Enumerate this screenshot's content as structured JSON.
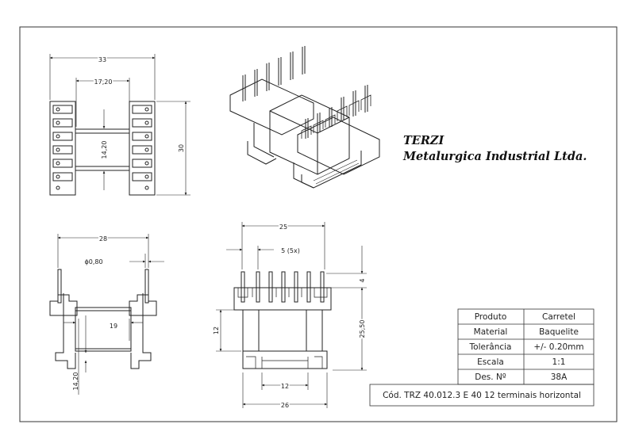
{
  "company": {
    "name": "TERZI",
    "subtitle": "Metalurgica Industrial Ltda."
  },
  "dimensions": {
    "top_width": "33",
    "top_inner": "17,20",
    "top_center": "14,20",
    "top_height": "30",
    "side_width": "28",
    "side_pin_dia": "ϕ0,80",
    "side_inner": "19",
    "side_low": "14,20",
    "front_width": "25",
    "front_pitch": "5 (5x)",
    "front_pin": "4",
    "front_left": "12",
    "front_height": "25,50",
    "front_slot": "12",
    "front_base": "26"
  },
  "title_block": {
    "rows": [
      {
        "label": "Produto",
        "value": "Carretel"
      },
      {
        "label": "Material",
        "value": "Baquelite"
      },
      {
        "label": "Tolerância",
        "value": "+/- 0.20mm"
      },
      {
        "label": "Escala",
        "value": "1:1"
      },
      {
        "label": "Des. Nº",
        "value": "38A"
      }
    ],
    "code": "Cód. TRZ 40.012.3 E 40 12 terminais horizontal"
  }
}
